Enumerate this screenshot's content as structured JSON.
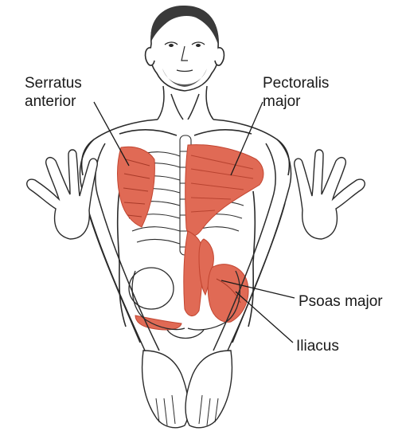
{
  "labels": {
    "serratus_line1": "Serratus",
    "serratus_line2": "anterior",
    "pectoralis_line1": "Pectoralis",
    "pectoralis_line2": "major",
    "psoas": "Psoas major",
    "iliacus": "Iliacus"
  },
  "colors": {
    "muscle_fill": "#e06a55",
    "muscle_dark": "#c24530",
    "outline": "#2a2a2a",
    "skin": "#ffffff",
    "hair": "#3a3a3a"
  }
}
